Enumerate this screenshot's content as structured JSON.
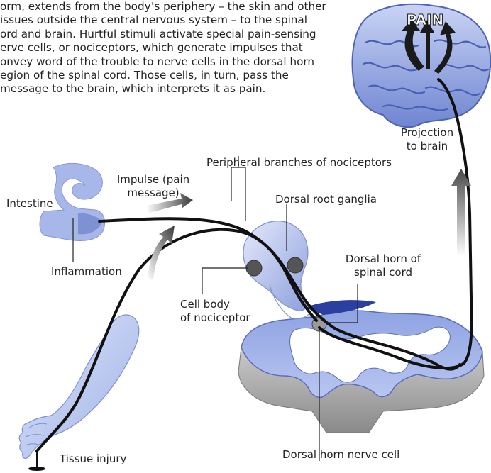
{
  "intro_lines": [
    "orm, extends from the body’s periphery – the skin and other",
    "issues outside the central nervous system – to the spinal",
    "ord and brain. Hurtful stimuli activate special pain-sensing",
    "erve cells, or nociceptors, which generate impulses that",
    "onvey word of the trouble to nerve cells in the dorsal horn",
    "egion of the spinal cord. Those cells, in turn, pass the",
    "message to the brain, which interprets it as pain."
  ],
  "brain_word": "PAIN",
  "labels": {
    "projection": [
      "Projection",
      "to brain"
    ],
    "peripheral_branches": "Peripheral branches of nociceptors",
    "impulse": [
      "Impulse (pain",
      "message)"
    ],
    "intestine": "Intestine",
    "dorsal_root_ganglia": "Dorsal root ganglia",
    "dorsal_horn_cord": [
      "Dorsal horn of",
      "spinal cord"
    ],
    "inflammation": "Inflammation",
    "cell_body": [
      "Cell body",
      "of nociceptor"
    ],
    "tissue_injury": "Tissue injury",
    "dorsal_horn_cell": "Dorsal horn nerve cell"
  },
  "colors": {
    "anatomy_fill": "#9fb1e6",
    "anatomy_dark": "#5b6fc0",
    "nerve": "#111111",
    "arrow_gray": "#6a6a6a"
  }
}
